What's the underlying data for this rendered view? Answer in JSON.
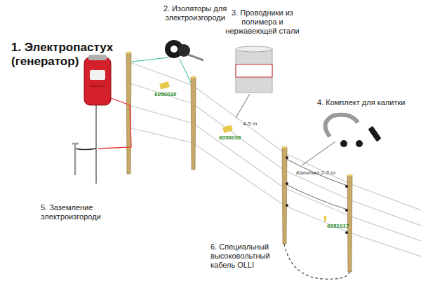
{
  "diagram": {
    "labels": [
      "1. Электропастух (генератор)",
      "2. Изоляторы для электроизгороди",
      "3. Проводники из полимера и нержавеющей стали",
      "4. Комплект для калитки",
      "5. Заземление электроизгороди",
      "6. Специальный высоковольтный кабель OLLI",
      "6050038",
      "6050038",
      "4-5 m",
      "Калитка 2-3 m",
      "6051017"
    ]
  }
}
